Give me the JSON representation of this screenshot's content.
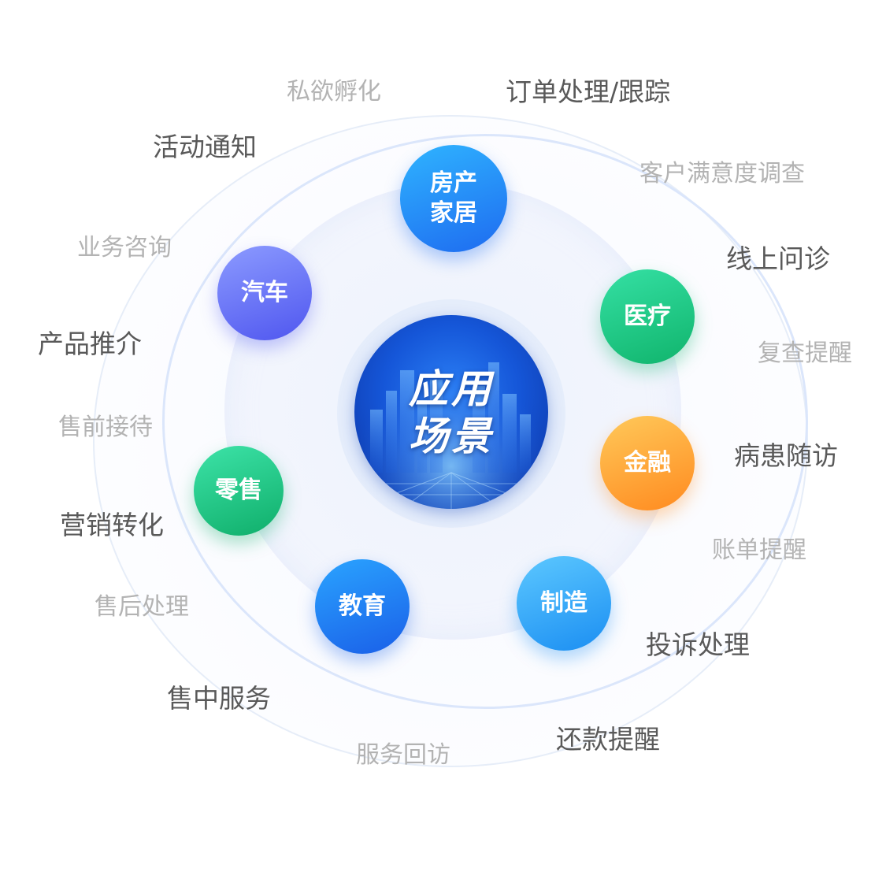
{
  "center": {
    "title": "应用\n场景"
  },
  "nodes": [
    {
      "id": "realestate",
      "label": "房产\n家居",
      "color_from": "#2fb4ff",
      "color_to": "#1e6bf0",
      "shadow": "rgba(30,110,240,0.35)"
    },
    {
      "id": "car",
      "label": "汽车",
      "color_from": "#8c9bff",
      "color_to": "#4f56ef",
      "shadow": "rgba(80,90,240,0.35)"
    },
    {
      "id": "medical",
      "label": "医疗",
      "color_from": "#35e0a4",
      "color_to": "#10b46c",
      "shadow": "rgba(16,180,110,0.35)"
    },
    {
      "id": "finance",
      "label": "金融",
      "color_from": "#ffc95a",
      "color_to": "#ff8a1f",
      "shadow": "rgba(255,140,30,0.35)"
    },
    {
      "id": "retail",
      "label": "零售",
      "color_from": "#3de3a8",
      "color_to": "#0fae6a",
      "shadow": "rgba(16,175,105,0.35)"
    },
    {
      "id": "education",
      "label": "教育",
      "color_from": "#2aa4ff",
      "color_to": "#1a5fe8",
      "shadow": "rgba(26,100,232,0.35)"
    },
    {
      "id": "manufacturing",
      "label": "制造",
      "color_from": "#5cc8ff",
      "color_to": "#1b8ef2",
      "shadow": "rgba(27,140,242,0.35)"
    }
  ],
  "labels": [
    {
      "text": "私欲孵化",
      "weight": "light"
    },
    {
      "text": "订单处理/跟踪",
      "weight": "strong"
    },
    {
      "text": "活动通知",
      "weight": "strong"
    },
    {
      "text": "客户满意度调查",
      "weight": "light"
    },
    {
      "text": "业务咨询",
      "weight": "light"
    },
    {
      "text": "线上问诊",
      "weight": "strong"
    },
    {
      "text": "产品推介",
      "weight": "strong"
    },
    {
      "text": "复查提醒",
      "weight": "light"
    },
    {
      "text": "售前接待",
      "weight": "light"
    },
    {
      "text": "病患随访",
      "weight": "strong"
    },
    {
      "text": "营销转化",
      "weight": "strong"
    },
    {
      "text": "账单提醒",
      "weight": "light"
    },
    {
      "text": "售后处理",
      "weight": "light"
    },
    {
      "text": "投诉处理",
      "weight": "strong"
    },
    {
      "text": "售中服务",
      "weight": "strong"
    },
    {
      "text": "还款提醒",
      "weight": "strong"
    },
    {
      "text": "服务回访",
      "weight": "light"
    }
  ]
}
